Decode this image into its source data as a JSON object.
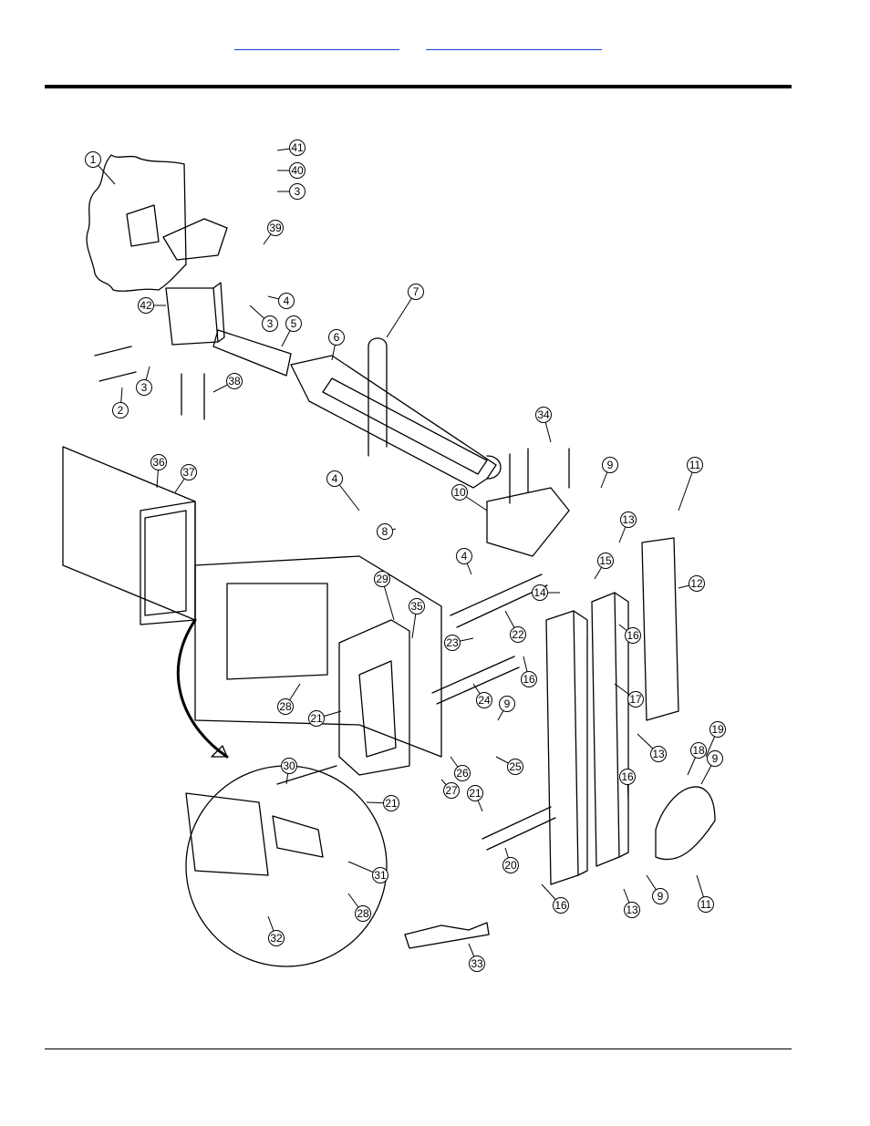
{
  "header": {
    "link_a": "",
    "link_b": ""
  },
  "callouts": [
    "1",
    "2",
    "3",
    "4",
    "5",
    "6",
    "7",
    "8",
    "9",
    "10",
    "11",
    "12",
    "13",
    "14",
    "15",
    "16",
    "17",
    "18",
    "19",
    "20",
    "21",
    "22",
    "23",
    "24",
    "25",
    "26",
    "27",
    "28",
    "29",
    "30",
    "31",
    "32",
    "33",
    "34",
    "35",
    "36",
    "37",
    "38",
    "39",
    "40",
    "41",
    "42"
  ],
  "colors": {
    "link": "#1a3fd0",
    "rule": "#000000"
  }
}
